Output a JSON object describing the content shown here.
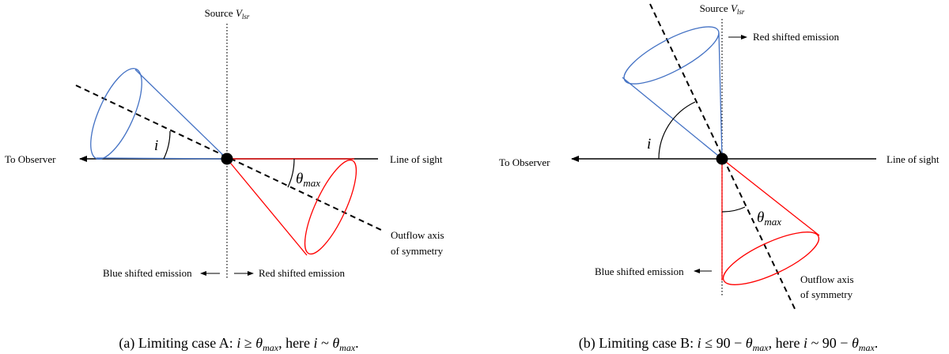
{
  "panel_a": {
    "source_label": "Source",
    "source_symbol": "V",
    "source_subscript": "lsr",
    "to_observer": "To Observer",
    "line_of_sight": "Line of sight",
    "angle_i": "i",
    "theta": "θ",
    "theta_sub": "max",
    "outflow_line1": "Outflow axis",
    "outflow_line2": "of symmetry",
    "blue_label": "Blue shifted emission",
    "red_label": "Red shifted emission",
    "caption": {
      "prefix": "(a) Limiting case A: ",
      "i1": "i",
      "rel1": " ≥ ",
      "th1": "θ",
      "th1_sub": "max",
      "mid": ", here ",
      "i2": "i",
      "rel2": " ~ ",
      "th2": "θ",
      "th2_sub": "max",
      "end": "."
    }
  },
  "panel_b": {
    "source_label": "Source",
    "source_symbol": "V",
    "source_subscript": "lsr",
    "to_observer": "To Observer",
    "line_of_sight": "Line of sight",
    "angle_i": "i",
    "theta": "θ",
    "theta_sub": "max",
    "red_label": "Red shifted emission",
    "blue_label": "Blue shifted emission",
    "outflow_line1": "Outflow axis",
    "outflow_line2": "of symmetry",
    "caption": {
      "prefix": "(b) Limiting case B: ",
      "i1": "i",
      "rel1": " ≤ 90 − ",
      "th1": "θ",
      "th1_sub": "max",
      "mid": ", here ",
      "i2": "i",
      "rel2": " ~ 90 − ",
      "th2": "θ",
      "th2_sub": "max",
      "end": "."
    }
  },
  "colors": {
    "blue_cone": "#4472C4",
    "red_cone": "#FF0000",
    "ink": "#000000"
  }
}
